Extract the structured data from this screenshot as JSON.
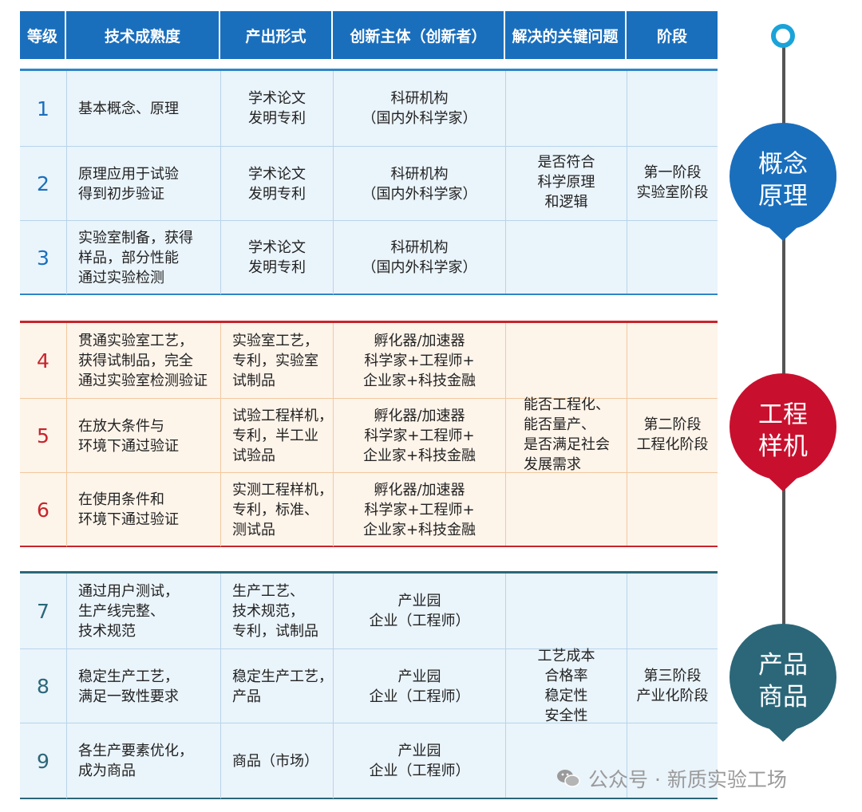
{
  "header": {
    "level": "等级",
    "trl": "技术成熟度",
    "output": "产出形式",
    "innovator": "创新主体（创新者）",
    "key_problem": "解决的关键问题",
    "stage": "阶段"
  },
  "groups": [
    {
      "rows": [
        {
          "level": "1",
          "trl": "基本概念、原理",
          "output": "学术论文\n发明专利",
          "innovator": "科研机构\n（国内外科学家）"
        },
        {
          "level": "2",
          "trl": "原理应用于试验\n得到初步验证",
          "output": "学术论文\n发明专利",
          "innovator": "科研机构\n（国内外科学家）"
        },
        {
          "level": "3",
          "trl": "实验室制备，获得\n样品，部分性能\n通过实验检测",
          "output": "学术论文\n发明专利",
          "innovator": "科研机构\n（国内外科学家）"
        }
      ],
      "key_problem": "是否符合\n科学原理\n和逻辑",
      "stage": "第一阶段\n实验室阶段",
      "badge": "概念\n原理",
      "color": "#1a6fbd"
    },
    {
      "rows": [
        {
          "level": "4",
          "trl": "贯通实验室工艺，\n获得试制品，完全\n通过实验室检测验证",
          "output": "实验室工艺，\n专利，实验室\n试制品",
          "innovator": "孵化器/加速器\n科学家+工程师+\n企业家+科技金融"
        },
        {
          "level": "5",
          "trl": "在放大条件与\n环境下通过验证",
          "output": "试验工程样机，\n专利，半工业\n试验品",
          "innovator": "孵化器/加速器\n科学家+工程师+\n企业家+科技金融"
        },
        {
          "level": "6",
          "trl": "在使用条件和\n环境下通过验证",
          "output": "实测工程样机，\n专利，标准、\n测试品",
          "innovator": "孵化器/加速器\n科学家+工程师+\n企业家+科技金融"
        }
      ],
      "key_problem": "能否工程化、\n能否量产、\n是否满足社会\n发展需求",
      "stage": "第二阶段\n工程化阶段",
      "badge": "工程\n样机",
      "color": "#c8102e"
    },
    {
      "rows": [
        {
          "level": "7",
          "trl": "通过用户测试，\n生产线完整、\n技术规范",
          "output": "生产工艺、\n技术规范，\n专利，试制品",
          "innovator": "产业园\n企业（工程师）"
        },
        {
          "level": "8",
          "trl": "稳定生产工艺，\n满足一致性要求",
          "output": "稳定生产工艺，\n产品",
          "innovator": "产业园\n企业（工程师）"
        },
        {
          "level": "9",
          "trl": "各生产要素优化，\n成为商品",
          "output": "商品（市场）",
          "innovator": "产业园\n企业（工程师）"
        }
      ],
      "key_problem": "工艺成本\n合格率\n稳定性\n安全性",
      "stage": "第三阶段\n产业化阶段",
      "badge": "产品\n商品",
      "color": "#2b6779"
    }
  ],
  "watermark": "公众号 · 新质实验工场"
}
